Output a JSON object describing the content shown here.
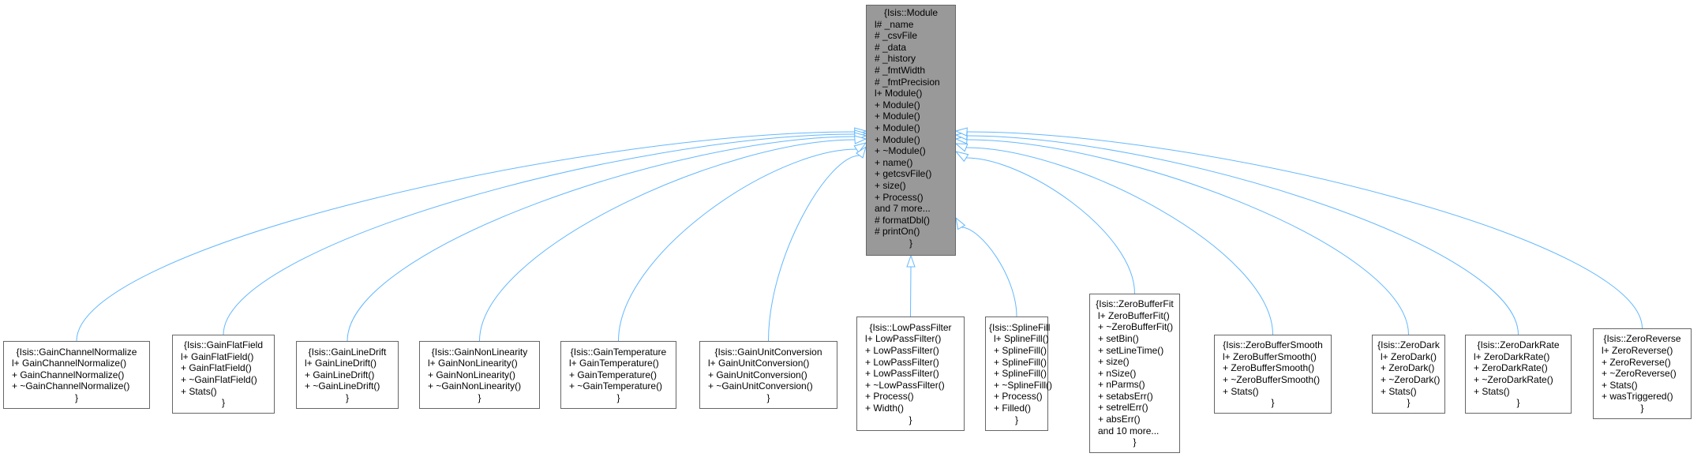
{
  "diagram": {
    "edge_color": "#63b8ff",
    "base_class": {
      "title": "{Isis::Module",
      "attributes": [
        "l# _name",
        "# _csvFile",
        "# _data",
        "# _history",
        "# _fmtWidth",
        "# _fmtPrecision"
      ],
      "methods": [
        "l+ Module()",
        "+ Module()",
        "+ Module()",
        "+ Module()",
        "+ Module()",
        "+ ~Module()",
        "+ name()",
        "+ getcsvFile()",
        "+ size()",
        "+ Process()",
        "and 7 more...",
        "# formatDbl()",
        "# printOn()"
      ],
      "close": "}",
      "fill_color": "#999999"
    },
    "derived_classes": [
      {
        "title": "{Isis::GainChannelNormalize",
        "members": [
          "l+ GainChannelNormalize()",
          "+ GainChannelNormalize()",
          "+ ~GainChannelNormalize()"
        ],
        "close": "}"
      },
      {
        "title": "{Isis::GainFlatField",
        "members": [
          "l+ GainFlatField()",
          "+ GainFlatField()",
          "+ ~GainFlatField()",
          "+ Stats()"
        ],
        "close": "}"
      },
      {
        "title": "{Isis::GainLineDrift",
        "members": [
          "l+ GainLineDrift()",
          "+ GainLineDrift()",
          "+ ~GainLineDrift()"
        ],
        "close": "}"
      },
      {
        "title": "{Isis::GainNonLinearity",
        "members": [
          "l+ GainNonLinearity()",
          "+ GainNonLinearity()",
          "+ ~GainNonLinearity()"
        ],
        "close": "}"
      },
      {
        "title": "{Isis::GainTemperature",
        "members": [
          "l+ GainTemperature()",
          "+ GainTemperature()",
          "+ ~GainTemperature()"
        ],
        "close": "}"
      },
      {
        "title": "{Isis::GainUnitConversion",
        "members": [
          "l+ GainUnitConversion()",
          "+ GainUnitConversion()",
          "+ ~GainUnitConversion()"
        ],
        "close": "}"
      },
      {
        "title": "{Isis::LowPassFilter",
        "members": [
          "l+ LowPassFilter()",
          "+ LowPassFilter()",
          "+ LowPassFilter()",
          "+ LowPassFilter()",
          "+ ~LowPassFilter()",
          "+ Process()",
          "+ Width()"
        ],
        "close": "}"
      },
      {
        "title": "{Isis::SplineFill",
        "members": [
          "l+ SplineFill()",
          "+ SplineFill()",
          "+ SplineFill()",
          "+ SplineFill()",
          "+ ~SplineFill()",
          "+ Process()",
          "+ Filled()"
        ],
        "close": "}"
      },
      {
        "title": "{Isis::ZeroBufferFit",
        "members": [
          "l+ ZeroBufferFit()",
          "+ ~ZeroBufferFit()",
          "+ setBin()",
          "+ setLineTime()",
          "+ size()",
          "+ nSize()",
          "+ nParms()",
          "+ setabsErr()",
          "+ setrelErr()",
          "+ absErr()",
          "and 10 more..."
        ],
        "close": "}"
      },
      {
        "title": "{Isis::ZeroBufferSmooth",
        "members": [
          "l+ ZeroBufferSmooth()",
          "+ ZeroBufferSmooth()",
          "+ ~ZeroBufferSmooth()",
          "+ Stats()"
        ],
        "close": "}"
      },
      {
        "title": "{Isis::ZeroDark",
        "members": [
          "l+ ZeroDark()",
          "+ ZeroDark()",
          "+ ~ZeroDark()",
          "+ Stats()"
        ],
        "close": "}"
      },
      {
        "title": "{Isis::ZeroDarkRate",
        "members": [
          "l+ ZeroDarkRate()",
          "+ ZeroDarkRate()",
          "+ ~ZeroDarkRate()",
          "+ Stats()"
        ],
        "close": "}"
      },
      {
        "title": "{Isis::ZeroReverse",
        "members": [
          "l+ ZeroReverse()",
          "+ ZeroReverse()",
          "+ ~ZeroReverse()",
          "+ Stats()",
          "+ wasTriggered()"
        ],
        "close": "}"
      }
    ]
  }
}
